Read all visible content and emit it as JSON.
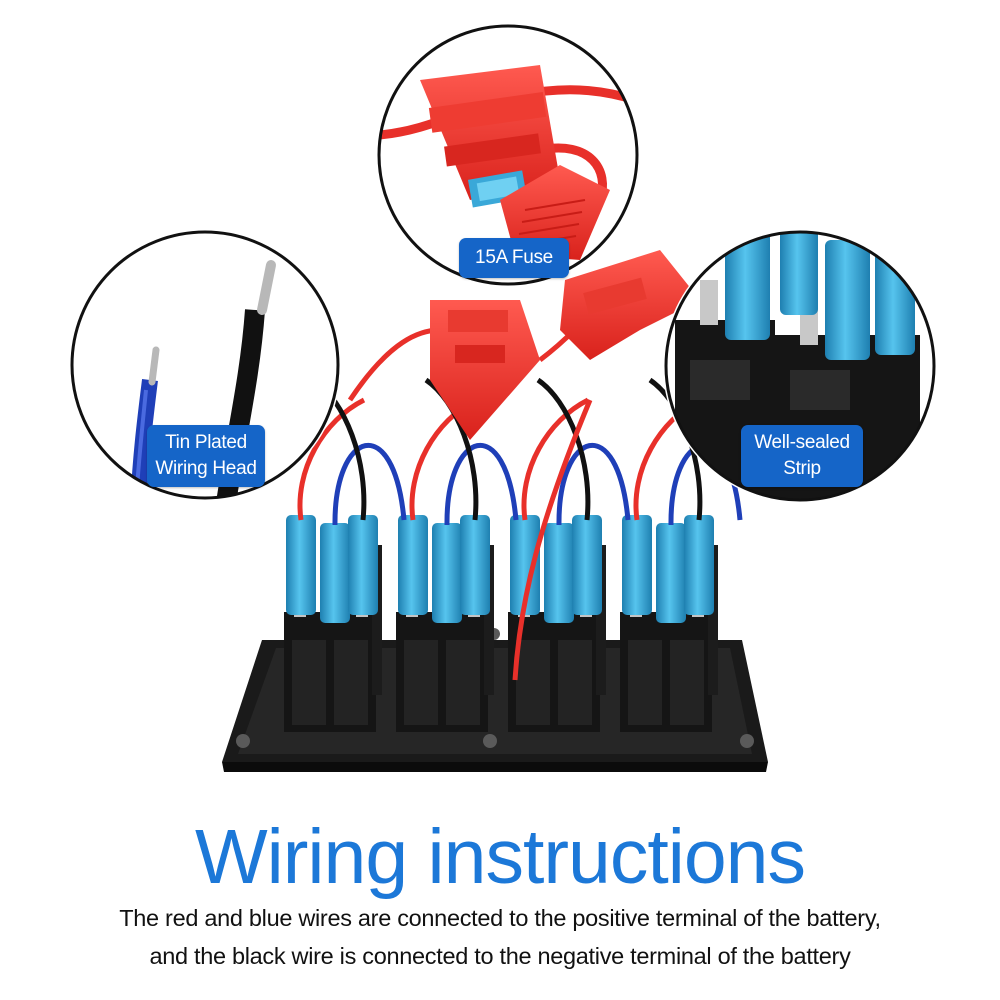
{
  "callouts": {
    "fuse": {
      "label": "15A Fuse"
    },
    "wire": {
      "line1": "Tin Plated",
      "line2": "Wiring Head"
    },
    "strip": {
      "line1": "Well-sealed",
      "line2": "Strip"
    }
  },
  "caption": {
    "headline": "Wiring instructions",
    "line1": "The red and blue wires are connected to the positive terminal of the battery,",
    "line2": "and the black wire is connected to the negative terminal of the battery"
  },
  "colors": {
    "badge": "#1565c8",
    "headline": "#1c78d8",
    "red_wire": "#e8302a",
    "blue_wire": "#1f3fb8",
    "black_wire": "#111111",
    "terminal_boot": "#3aa8d8",
    "housing": "#151515"
  },
  "panel": {
    "switch_count": 4
  }
}
